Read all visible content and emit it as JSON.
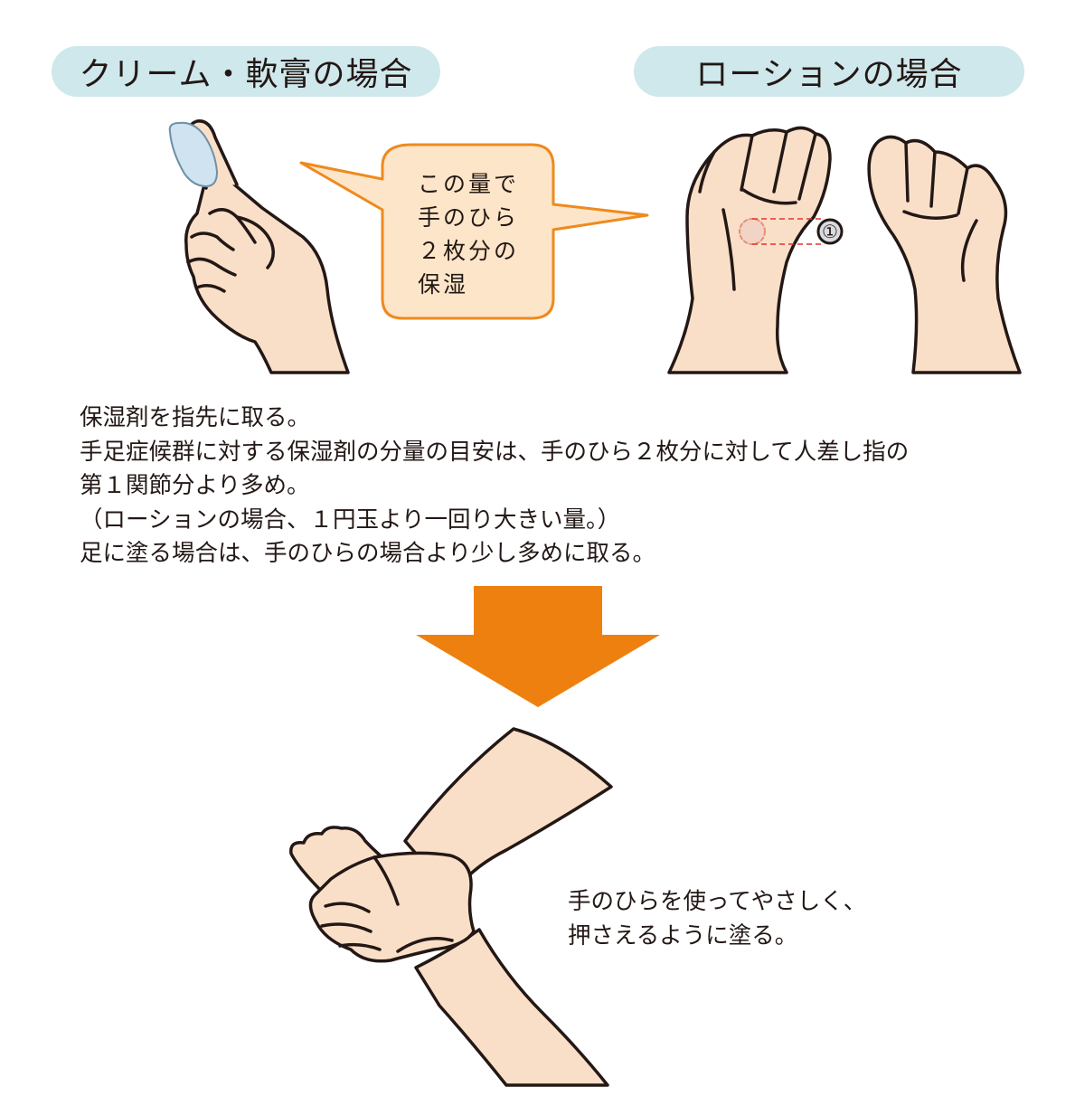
{
  "headings": {
    "cream": "クリーム・軟膏の場合",
    "lotion": "ローションの場合"
  },
  "bubble": {
    "lines": [
      "この量で",
      "手のひら",
      "２枚分の",
      "保湿"
    ]
  },
  "coin": {
    "label": "①"
  },
  "description": {
    "lines": [
      "保湿剤を指先に取る。",
      "手足症候群に対する保湿剤の分量の目安は、手のひら２枚分に対して人差し指の",
      "第１関節分より多め。",
      "（ローションの場合、１円玉より一回り大きい量。）",
      "足に塗る場合は、手のひらの場合より少し多めに取る。"
    ]
  },
  "caption": {
    "lines": [
      "手のひらを使ってやさしく、",
      "押さえるように塗る。"
    ]
  },
  "colors": {
    "pill": "#cfe8ec",
    "bubble_fill": "#fce5c8",
    "bubble_stroke": "#ee8a1e",
    "arrow": "#ee8010",
    "skin": "#fadfc8",
    "outline": "#231815"
  }
}
